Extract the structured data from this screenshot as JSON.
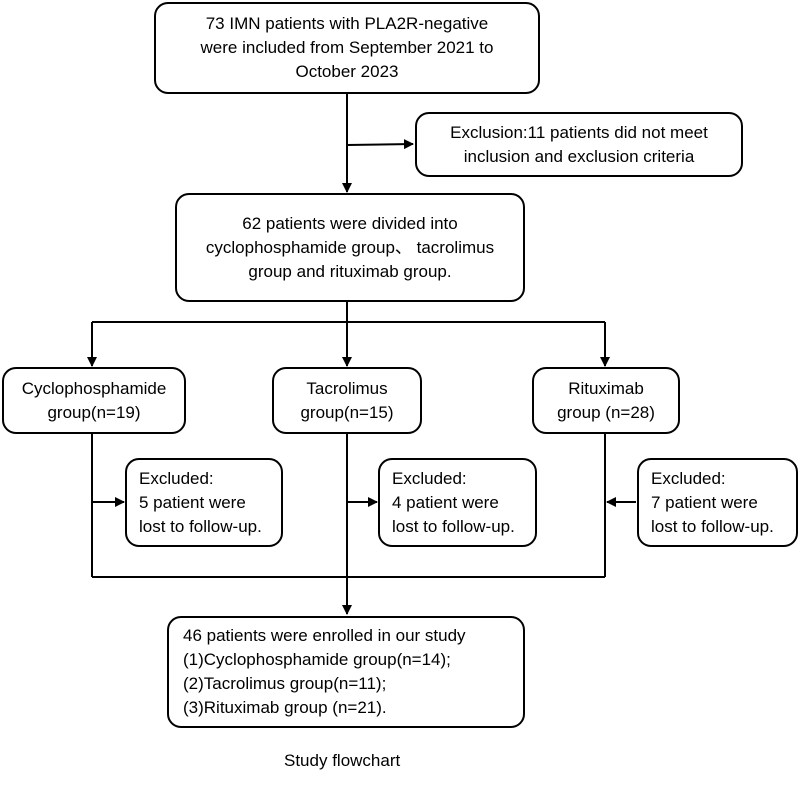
{
  "top_box": {
    "lines": [
      "73 IMN patients with PLA2R-negative",
      "were included from  September 2021 to",
      "October 2023"
    ]
  },
  "exclusion_box": {
    "lines": [
      "Exclusion:11 patients did not meet",
      "inclusion and exclusion criteria"
    ]
  },
  "divided_box": {
    "lines": [
      "62 patients were divided into",
      "cyclophosphamide group、 tacrolimus",
      "group and rituximab group."
    ]
  },
  "groups": [
    {
      "lines": [
        "Cyclophosphamide",
        "group(n=19)"
      ]
    },
    {
      "lines": [
        "Tacrolimus",
        "group(n=15)"
      ]
    },
    {
      "lines": [
        "Rituximab",
        "group (n=28)"
      ]
    }
  ],
  "excluded_boxes": [
    {
      "lines": [
        "Excluded:",
        "5 patient were",
        "lost to follow-up."
      ]
    },
    {
      "lines": [
        "Excluded:",
        "4 patient were",
        "lost to follow-up."
      ]
    },
    {
      "lines": [
        "Excluded:",
        "7 patient were",
        "lost to follow-up."
      ]
    }
  ],
  "enrolled_box": {
    "lines": [
      "46 patients were enrolled in our study",
      "(1)Cyclophosphamide group(n=14);",
      "(2)Tacrolimus group(n=11);",
      "(3)Rituximab group (n=21)."
    ]
  },
  "caption": "Study flowchart"
}
